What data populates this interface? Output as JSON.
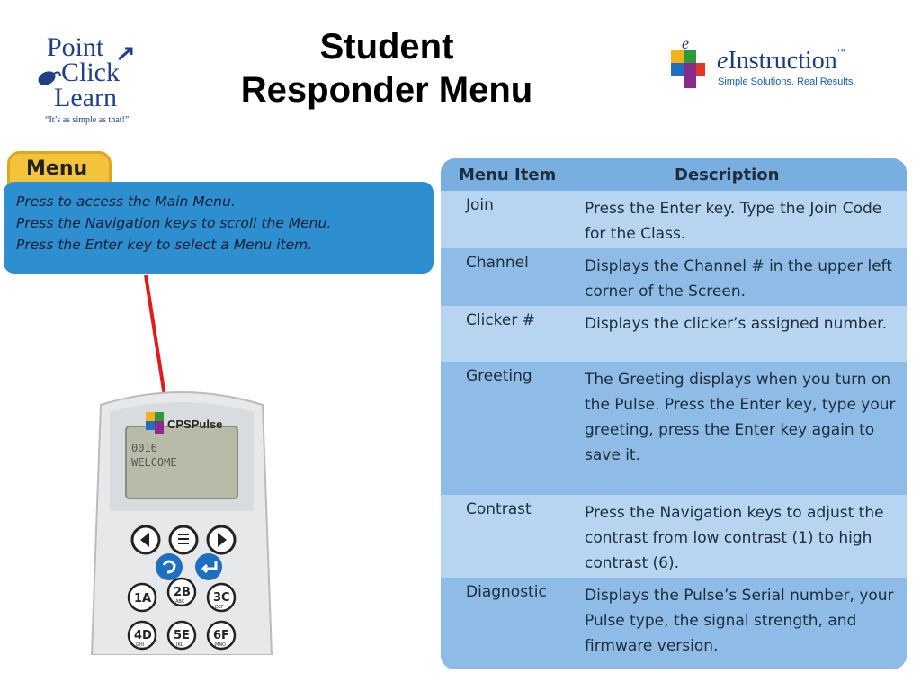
{
  "title": {
    "line1": "Student",
    "line2": "Responder Menu"
  },
  "logo_left": {
    "w1": "Point",
    "w2": "Click",
    "w3": "Learn",
    "tagline": "“It’s as simple as that!”"
  },
  "logo_right": {
    "e": "e",
    "name": "Instruction",
    "tm": "™",
    "slogan": "Simple Solutions. Real Results."
  },
  "menu_callout": {
    "tab": "Menu",
    "lines": [
      "Press to access the Main Menu.",
      "Press the Navigation keys to scroll the Menu.",
      "Press the Enter key to select a Menu item."
    ]
  },
  "table": {
    "headers": [
      "Menu Item",
      "Description"
    ],
    "rows": [
      {
        "item": "Join",
        "desc": "Press the Enter key. Type the Join Code for the Class."
      },
      {
        "item": "Channel",
        "desc": "Displays the Channel # in the upper left corner of the Screen."
      },
      {
        "item": "Clicker #",
        "desc": "Displays the clicker’s assigned number."
      },
      {
        "item": "Greeting",
        "desc": "The Greeting displays when you turn on the Pulse. Press the Enter key, type your greeting, press the Enter key again to save it."
      },
      {
        "item": "Contrast",
        "desc": "Press the Navigation keys to adjust the contrast from low contrast (1) to high contrast (6)."
      },
      {
        "item": "Diagnostic",
        "desc": "Displays the Pulse’s Serial number, your Pulse type, the signal strength, and firmware version."
      }
    ]
  },
  "clicker": {
    "brand": "CPSPulse",
    "screen_lines": [
      "0016",
      "WELCOME"
    ],
    "keys": [
      "1A",
      "2B",
      "3C",
      "4D",
      "5E",
      "6F"
    ],
    "key_sub": [
      "",
      "ABC",
      "DEF",
      "GHI",
      "JKL",
      "MNO"
    ]
  },
  "colors": {
    "callout_blue": "#2d8fd0",
    "tab_yellow": "#f2c33b",
    "arrow_red": "#e11a1a",
    "table_blue": "#7fb3e0"
  }
}
